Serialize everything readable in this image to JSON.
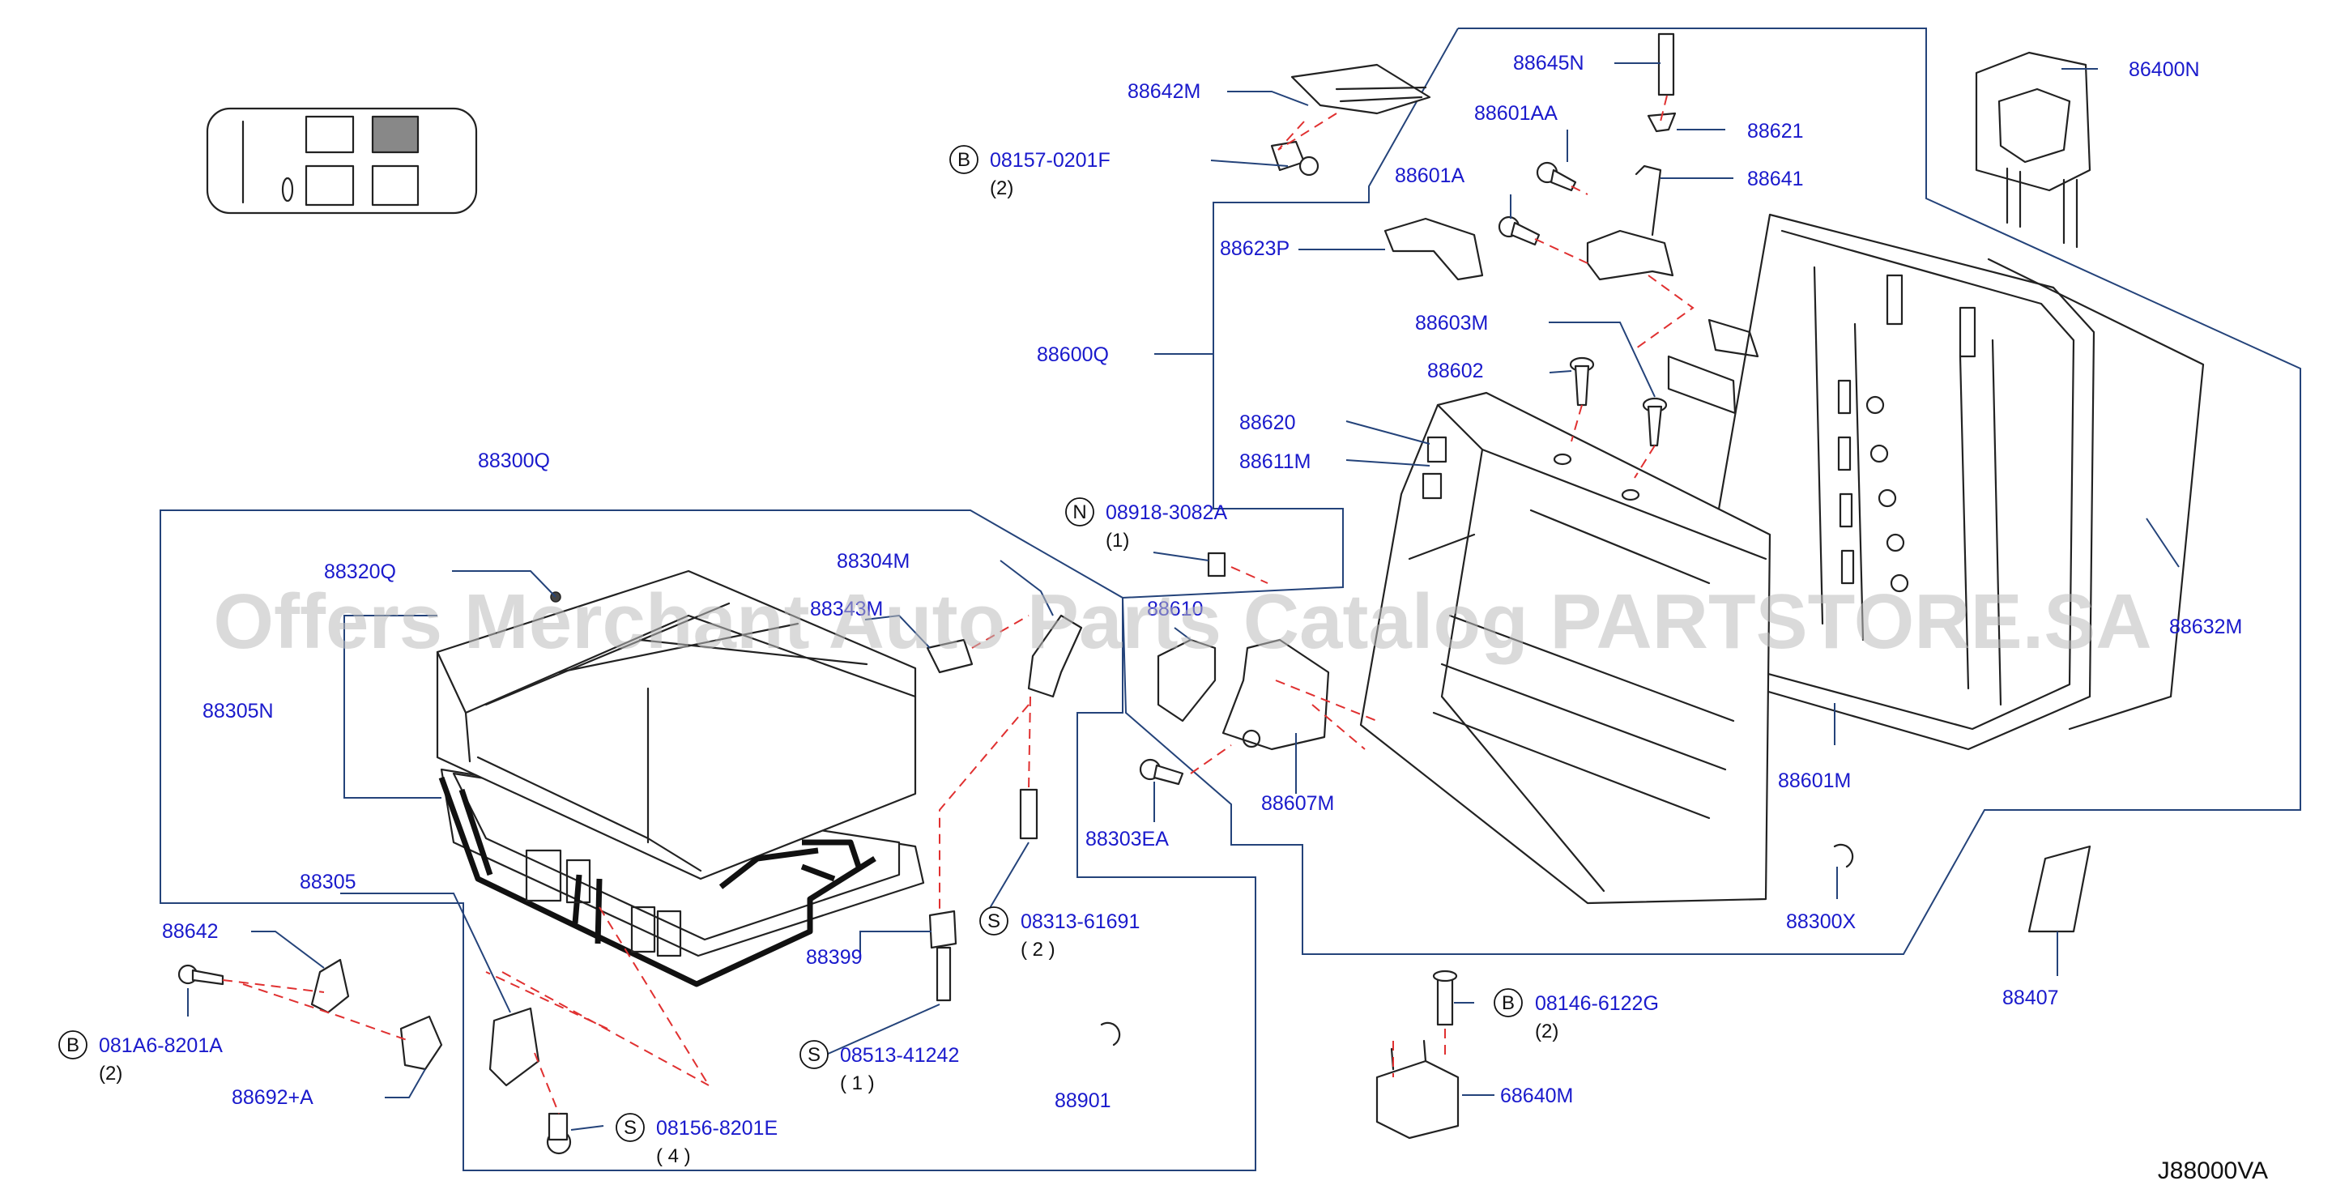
{
  "diagram_code": "J88000VA",
  "watermark": "Offers Merchant Auto Parts Catalog PARTSTORE.SA",
  "labels": {
    "p86400N": "86400N",
    "p88645N": "88645N",
    "p88642M": "88642M",
    "p88601AA": "88601AA",
    "p88621": "88621",
    "p08157": "08157-0201F",
    "p08157_qty": "(2)",
    "p88601A": "88601A",
    "p88641": "88641",
    "p88623P": "88623P",
    "p88603M": "88603M",
    "p88600Q": "88600Q",
    "p88602": "88602",
    "p88620": "88620",
    "p88611M": "88611M",
    "p88300Q": "88300Q",
    "p08918": "08918-3082A",
    "p08918_qty": "(1)",
    "p88320Q": "88320Q",
    "p88304M": "88304M",
    "p88343M": "88343M",
    "p88305N": "88305N",
    "p88601M": "88601M",
    "p88607M": "88607M",
    "p88303EA": "88303EA",
    "p88305": "88305",
    "p88642": "88642",
    "p08313": "08313-61691",
    "p08313_qty": "( 2 )",
    "p88399": "88399",
    "p88300X": "88300X",
    "p88407": "88407",
    "p081A6": "081A6-8201A",
    "p081A6_qty": "(2)",
    "p08513": "08513-41242",
    "p08513_qty": "( 1 )",
    "p08146": "08146-6122G",
    "p08146_qty": "(2)",
    "p88692A": "88692+A",
    "p88901": "88901",
    "p68640M": "68640M",
    "p08156": "08156-8201E",
    "p08156_qty": "( 4 )",
    "p88632M": "88632M",
    "p88610": "88610"
  },
  "circle_letters": {
    "b1": "B",
    "n1": "N",
    "s1": "S",
    "b2": "B",
    "s2": "S",
    "b3": "B",
    "s3": "S"
  }
}
